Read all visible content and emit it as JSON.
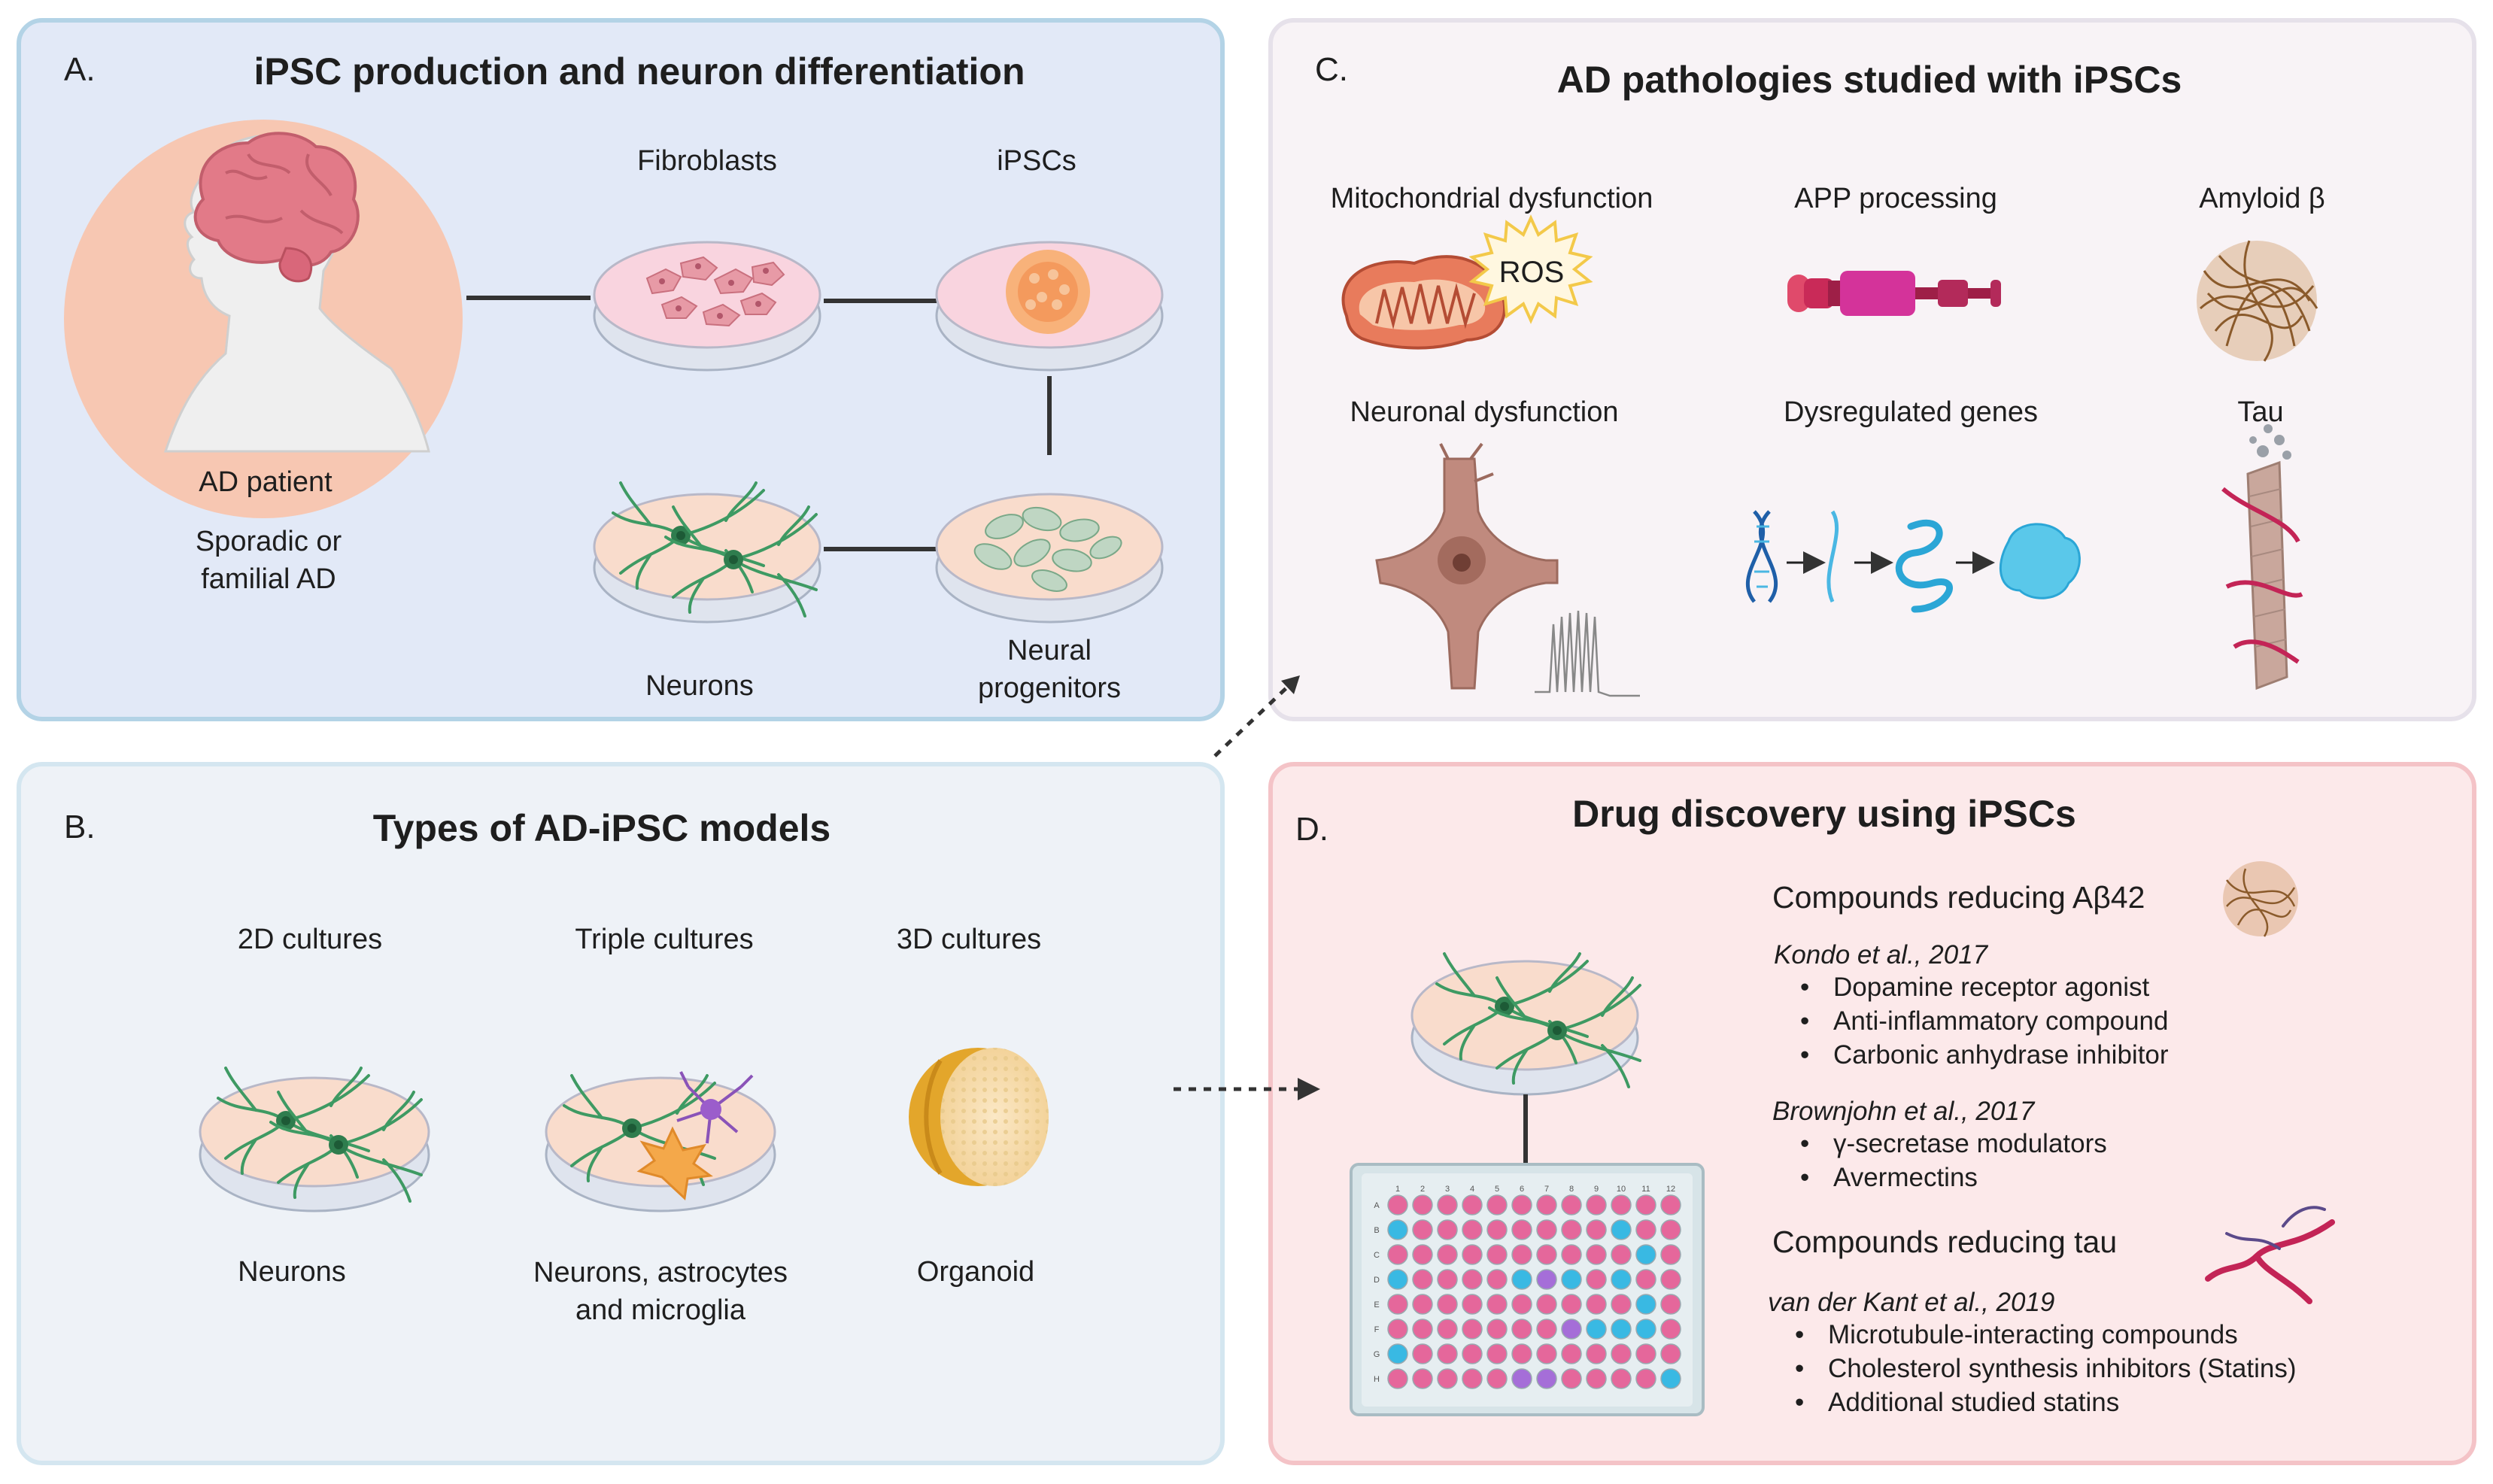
{
  "panel_a": {
    "letter": "A.",
    "title": "iPSC production and neuron differentiation",
    "patient_label": "AD patient",
    "patient_sub": [
      "Sporadic or",
      "familial AD"
    ],
    "fibroblasts": "Fibroblasts",
    "ipscs": "iPSCs",
    "neurons": "Neurons",
    "neural_progenitors": [
      "Neural",
      "progenitors"
    ]
  },
  "panel_b": {
    "letter": "B.",
    "title": "Types of AD-iPSC models",
    "cultures": [
      {
        "header": "2D cultures",
        "label": [
          "Neurons"
        ]
      },
      {
        "header": "Triple cultures",
        "label": [
          "Neurons, astrocytes",
          "and microglia"
        ]
      },
      {
        "header": "3D cultures",
        "label": [
          "Organoid"
        ]
      }
    ]
  },
  "panel_c": {
    "letter": "C.",
    "title": "AD pathologies studied with iPSCs",
    "items": [
      "Mitochondrial dysfunction",
      "APP processing",
      "Amyloid β",
      "Neuronal dysfunction",
      "Dysregulated genes",
      "Tau"
    ],
    "ros_label": "ROS"
  },
  "panel_d": {
    "letter": "D.",
    "title": "Drug discovery using iPSCs",
    "sections": [
      {
        "heading": "Compounds reducing Aβ42"
      },
      {
        "heading": "Compounds reducing tau"
      }
    ],
    "studies": [
      {
        "ref": "Kondo et al., 2017",
        "bullets": [
          "Dopamine receptor agonist",
          "Anti-inflammatory compound",
          "Carbonic anhydrase inhibitor"
        ]
      },
      {
        "ref": "Brownjohn et al., 2017",
        "bullets": [
          "γ-secretase modulators",
          "Avermectins"
        ]
      },
      {
        "ref": "van der Kant et al., 2019",
        "bullets": [
          "Microtubule-interacting compounds",
          "Cholesterol synthesis inhibitors (Statins)",
          "Additional studied statins"
        ]
      }
    ],
    "plate_cols": [
      "1",
      "2",
      "3",
      "4",
      "5",
      "6",
      "7",
      "8",
      "9",
      "10",
      "11",
      "12"
    ],
    "plate_rows": [
      "A",
      "B",
      "C",
      "D",
      "E",
      "F",
      "G",
      "H"
    ]
  },
  "colors": {
    "panel_a_bg": "#e2e9f7",
    "panel_b_bg": "#eef2f7",
    "panel_c_bg": "#f8f3f6",
    "panel_d_bg": "#fce9ea",
    "well_pink": "#e5679b",
    "well_blue": "#39b9e3",
    "well_purple": "#a56ed8",
    "neuron_green": "#3e9a63"
  }
}
